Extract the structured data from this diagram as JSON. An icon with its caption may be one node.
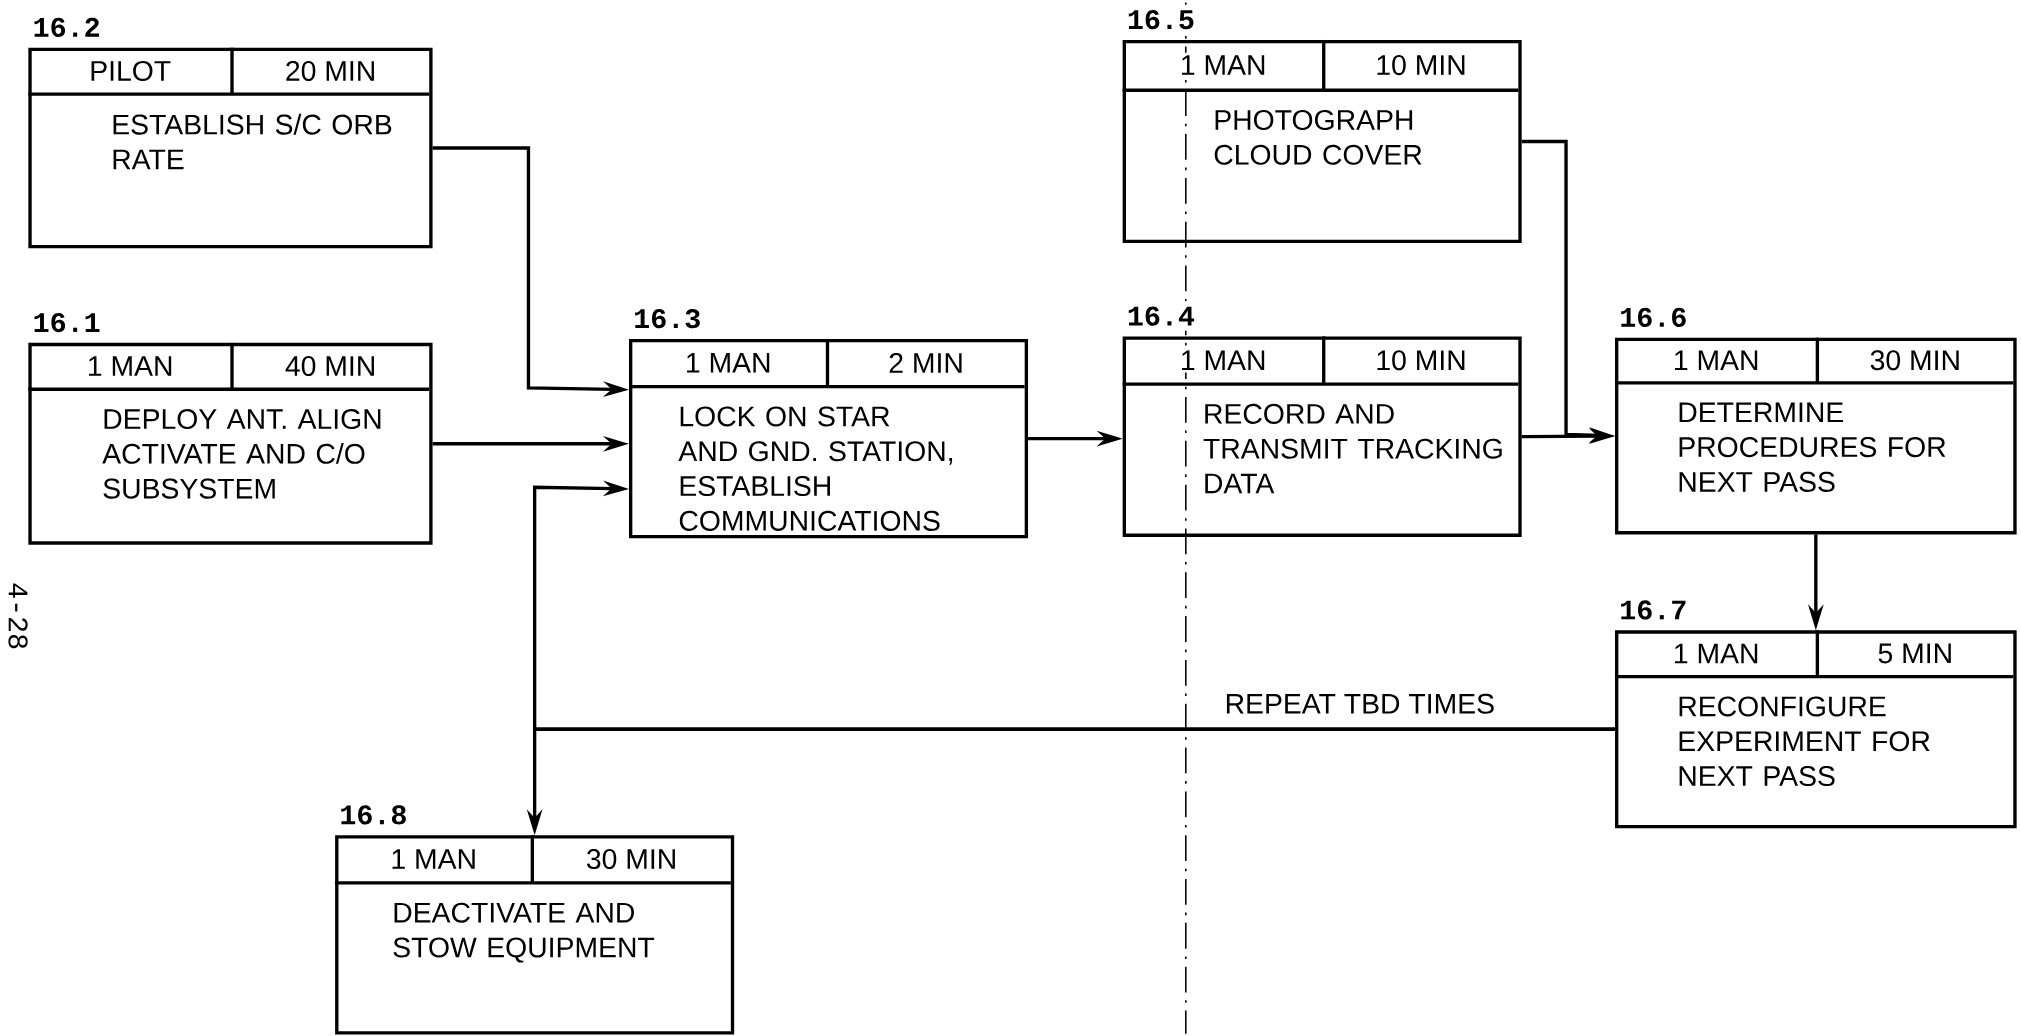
{
  "diagram": {
    "nodes": [
      {
        "text": [
          "PILOT",
          "20 MIN",
          "ESTABLISH S/C ORB RATE"
        ],
        "beside": [
          "16.2"
        ]
      },
      {
        "text": [
          "1 MAN",
          "10 MIN",
          "PHOTOGRAPH CLOUD COVER"
        ],
        "beside": [
          "16.5"
        ]
      },
      {
        "text": [
          "1 MAN",
          "40 MIN",
          "DEPLOY ANT. ALIGN ACTIVATE AND C/O SUBSYSTEM"
        ],
        "beside": [
          "16.1"
        ]
      },
      {
        "text": [
          "1 MAN",
          "2 MIN",
          "LOCK ON STAR AND GND. STATION, ESTABLISH COMMUNICATIONS"
        ],
        "beside": [
          "16.3"
        ]
      },
      {
        "text": [
          "1 MAN",
          "10 MIN",
          "RECORD AND TRANSMIT TRACKING DATA"
        ],
        "beside": [
          "16.4"
        ]
      },
      {
        "text": [
          "1 MAN",
          "30 MIN",
          "DETERMINE PROCEDURES FOR NEXT PASS"
        ],
        "beside": [
          "16.6"
        ]
      },
      {
        "text": [
          "1 MAN",
          "5 MIN",
          "RECONFIGURE EXPERIMENT FOR NEXT PASS"
        ],
        "beside": [
          "16.7"
        ]
      },
      {
        "text": [
          "1 MAN",
          "30 MIN",
          "DEACTIVATE AND STOW EQUIPMENT"
        ],
        "beside": [
          "16.8"
        ]
      }
    ],
    "edges": [
      {
        "from": 0,
        "to": 3,
        "arrow": "to"
      },
      {
        "from": 2,
        "to": 3,
        "arrow": "to"
      },
      {
        "from": 3,
        "to": 4,
        "arrow": "to"
      },
      {
        "from": 1,
        "to": 5,
        "arrow": "to"
      },
      {
        "from": 4,
        "to": 5,
        "arrow": "to"
      },
      {
        "from": 5,
        "to": 6,
        "arrow": "to"
      },
      {
        "from": 6,
        "to": 3,
        "arrow": "to",
        "label": "REPEAT TBD TIMES"
      },
      {
        "from": 6,
        "to": 7,
        "arrow": "to"
      }
    ],
    "labels": [
      "4-28"
    ]
  }
}
